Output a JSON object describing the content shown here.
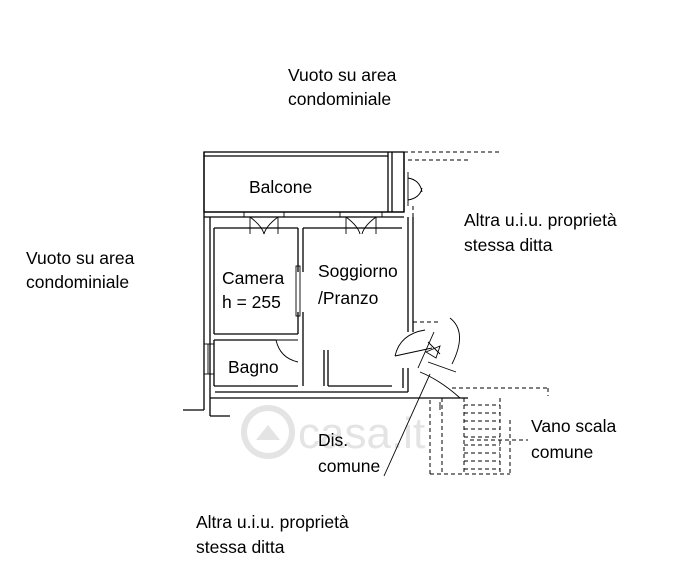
{
  "labels": {
    "vuoto_top_1": "Vuoto su area",
    "vuoto_top_2": "condominiale",
    "vuoto_left_1": "Vuoto su area",
    "vuoto_left_2": "condominiale",
    "altra_right_1": "Altra u.i.u. proprietà",
    "altra_right_2": "stessa ditta",
    "altra_bottom_1": "Altra u.i.u. proprietà",
    "altra_bottom_2": "stessa ditta",
    "balcone": "Balcone",
    "camera": "Camera",
    "camera_h": "h = 255",
    "soggiorno_1": "Soggiorno",
    "soggiorno_2": "/Pranzo",
    "bagno": "Bagno",
    "dis_1": "Dis.",
    "dis_2": "comune",
    "vano_1": "Vano scala",
    "vano_2": "comune"
  },
  "watermark": "casa.it"
}
